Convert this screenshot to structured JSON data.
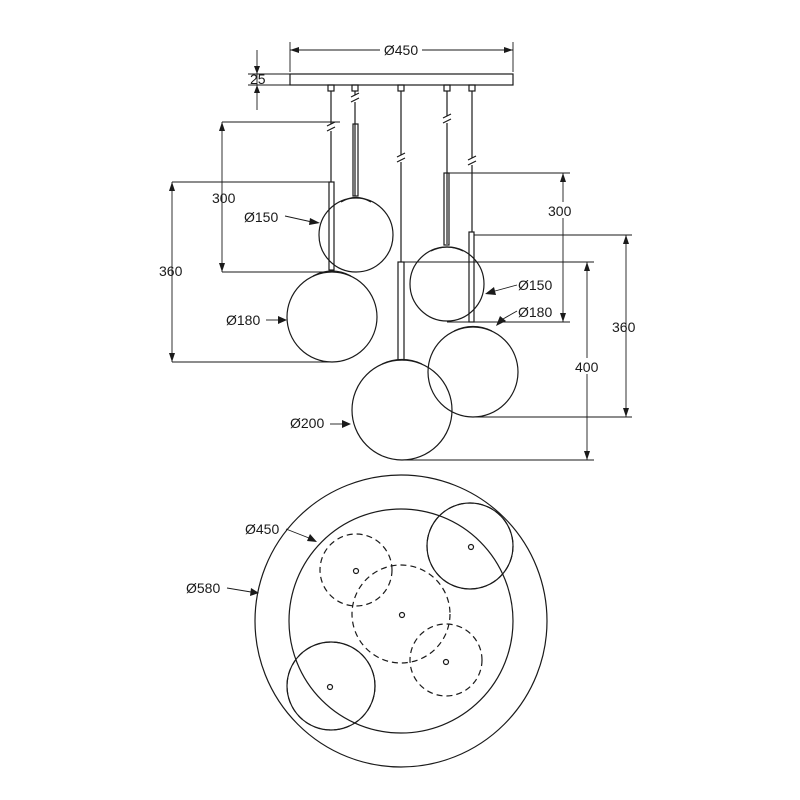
{
  "labels": {
    "top_width": "Ø450",
    "canopy_height": "25",
    "drop_left_300": "300",
    "drop_left_360": "360",
    "drop_right_300": "300",
    "drop_right_360": "360",
    "drop_center_400": "400",
    "globe_left_small": "Ø150",
    "globe_left_large": "Ø180",
    "globe_center": "Ø200",
    "globe_right_small": "Ø150",
    "globe_right_large": "Ø180",
    "plan_inner": "Ø450",
    "plan_outer": "Ø580"
  }
}
